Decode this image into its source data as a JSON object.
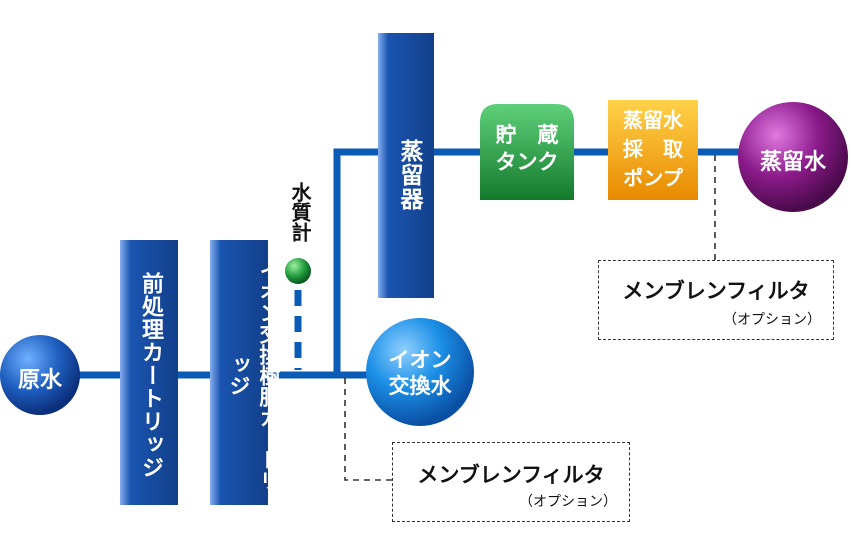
{
  "nodes": {
    "raw_water": "原水",
    "prefilter": "前処理カートリッジ",
    "ion_resin": "イオン交換樹脂カートリッジ",
    "quality_meter": "水質計",
    "ion_water_line1": "イオン",
    "ion_water_line2": "交換水",
    "still": "蒸留器",
    "tank_line1": "貯　蔵",
    "tank_line2": "タンク",
    "pump_line1": "蒸留水",
    "pump_line2": "採　取",
    "pump_line3": "ポンプ",
    "distilled": "蒸留水"
  },
  "options": {
    "upper": {
      "title": "メンブレンフィルタ",
      "note": "（オプション）"
    },
    "lower": {
      "title": "メンブレンフィルタ",
      "note": "（オプション）"
    }
  },
  "colors": {
    "pipe": "#0a5bb5",
    "cartridge": "#1a55b0",
    "tank": "#1f9a3c",
    "pump": "#f2a300",
    "distilled_sphere": "#8a1a8a",
    "meter_dot": "#1f9a3c"
  }
}
